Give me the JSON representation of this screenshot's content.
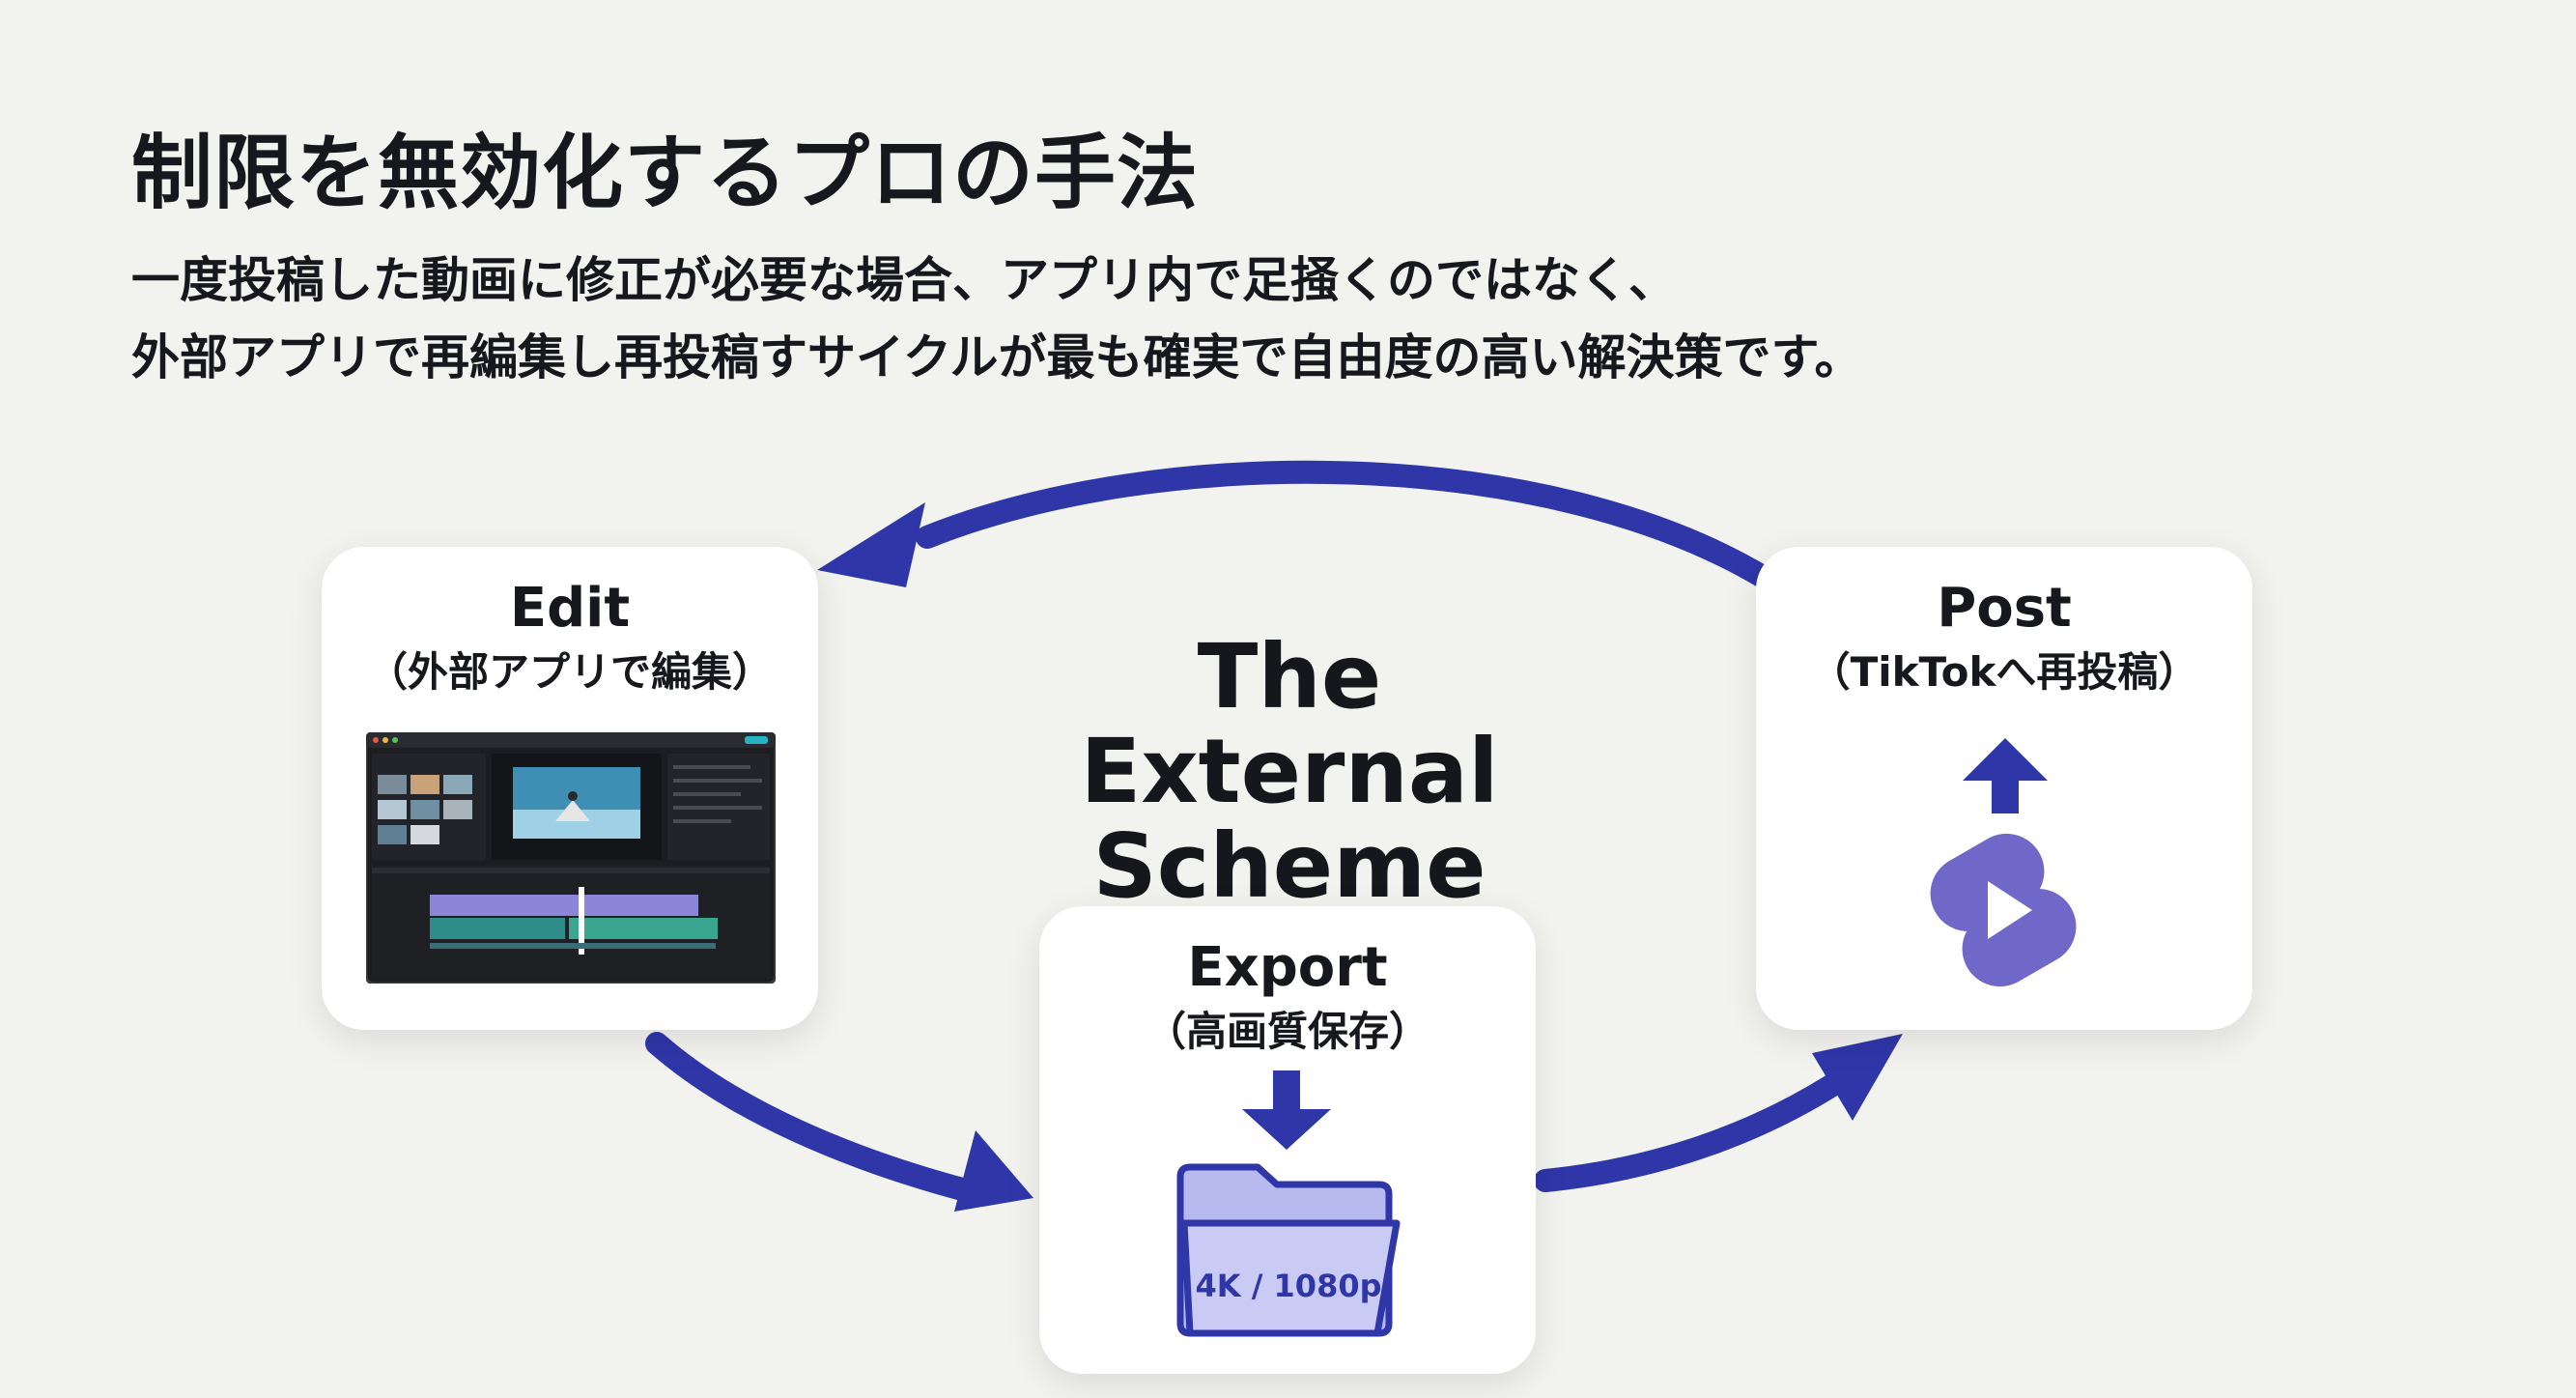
{
  "title": "制限を無効化するプロの手法",
  "subtitle": {
    "line1": "一度投稿した動画に修正が必要な場合、アプリ内で足掻くのではなく、",
    "line2": "外部アプリで再編集し再投稿すサイクルが最も確実で自由度の高い解決策です。"
  },
  "center": {
    "line1": "The External",
    "line2": "Scheme"
  },
  "steps": {
    "edit": {
      "title": "Edit",
      "subtitle": "（外部アプリで編集）"
    },
    "export": {
      "title": "Export",
      "subtitle": "（高画質保存）",
      "badge": "4K / 1080p"
    },
    "post": {
      "title": "Post",
      "subtitle": "（TikTokへ再投稿）"
    }
  },
  "icons": {
    "edit": "video-editor-screenshot",
    "export": "download-folder-icon",
    "post": "shorts-play-icon",
    "post_arrow": "upload-arrow-icon"
  },
  "colors": {
    "accent": "#2f36a8",
    "accent_light": "#b7b9ef",
    "icon_purple": "#6f68c9",
    "background": "#f2f2ef",
    "card": "#ffffff",
    "text": "#16181d"
  }
}
